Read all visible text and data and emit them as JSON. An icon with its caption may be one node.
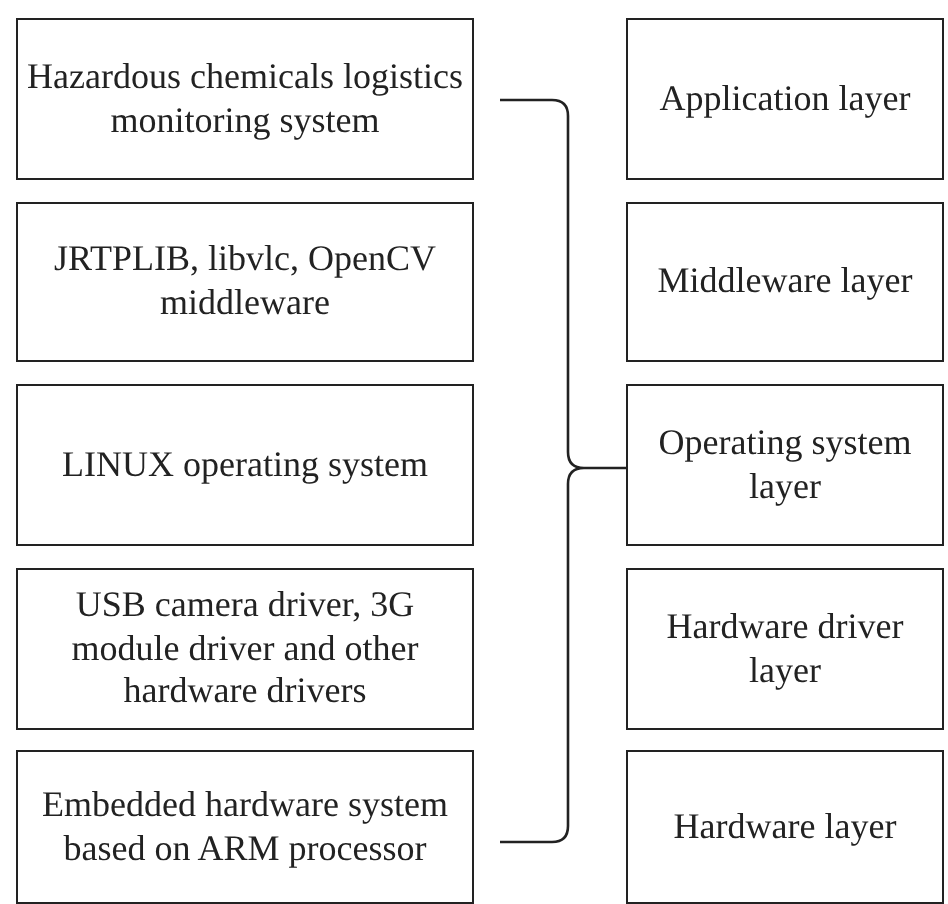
{
  "diagram": {
    "nodes": [
      {
        "text": [
          "Hazardous chemicals logistics monitoring system"
        ]
      },
      {
        "text": [
          "JRTPLIB, libvlc, OpenCV middleware"
        ]
      },
      {
        "text": [
          "LINUX operating system"
        ]
      },
      {
        "text": [
          "USB camera driver, 3G module driver and other hardware drivers"
        ]
      },
      {
        "text": [
          "Embedded hardware system based on ARM processor"
        ]
      },
      {
        "text": [
          "Application layer"
        ]
      },
      {
        "text": [
          "Middleware layer"
        ]
      },
      {
        "text": [
          "Operating system layer"
        ]
      },
      {
        "text": [
          "Hardware driver layer"
        ]
      },
      {
        "text": [
          "Hardware layer"
        ]
      }
    ]
  }
}
